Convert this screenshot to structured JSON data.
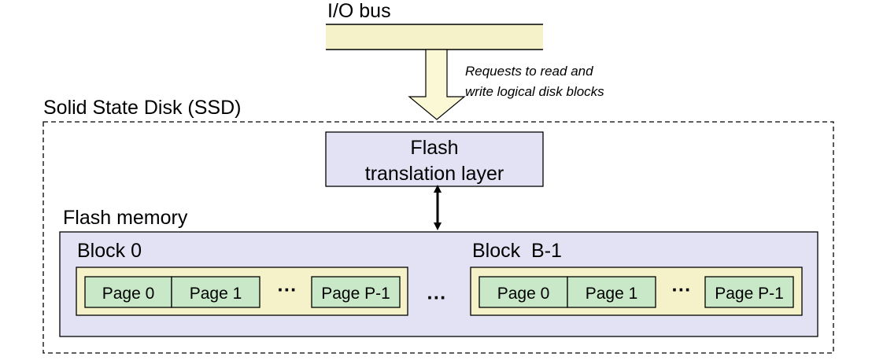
{
  "bus": {
    "label": "I/O bus"
  },
  "request_note": [
    "Requests to read and",
    "write logical disk blocks"
  ],
  "ssd": {
    "label": "Solid State Disk (SSD)"
  },
  "ftl": {
    "lines": [
      "Flash",
      "translation layer"
    ]
  },
  "flash_memory": {
    "label": "Flash memory"
  },
  "blocks": [
    {
      "title": "Block 0",
      "pages": [
        "Page 0",
        "Page 1",
        "Page P-1"
      ],
      "ellipsis": "···"
    },
    {
      "title": "Block  B-1",
      "pages": [
        "Page 0",
        "Page 1",
        "Page P-1"
      ],
      "ellipsis": "···"
    }
  ],
  "between_blocks": "···",
  "colors": {
    "bus_fill": "#f5f1c8",
    "arrow_fill": "#fbf8d6",
    "ftl_fill": "#e2e2f4",
    "flash_fill": "#e2e2f4",
    "block_fill": "#f5f1c8",
    "page_fill": "#c8e8c8"
  }
}
